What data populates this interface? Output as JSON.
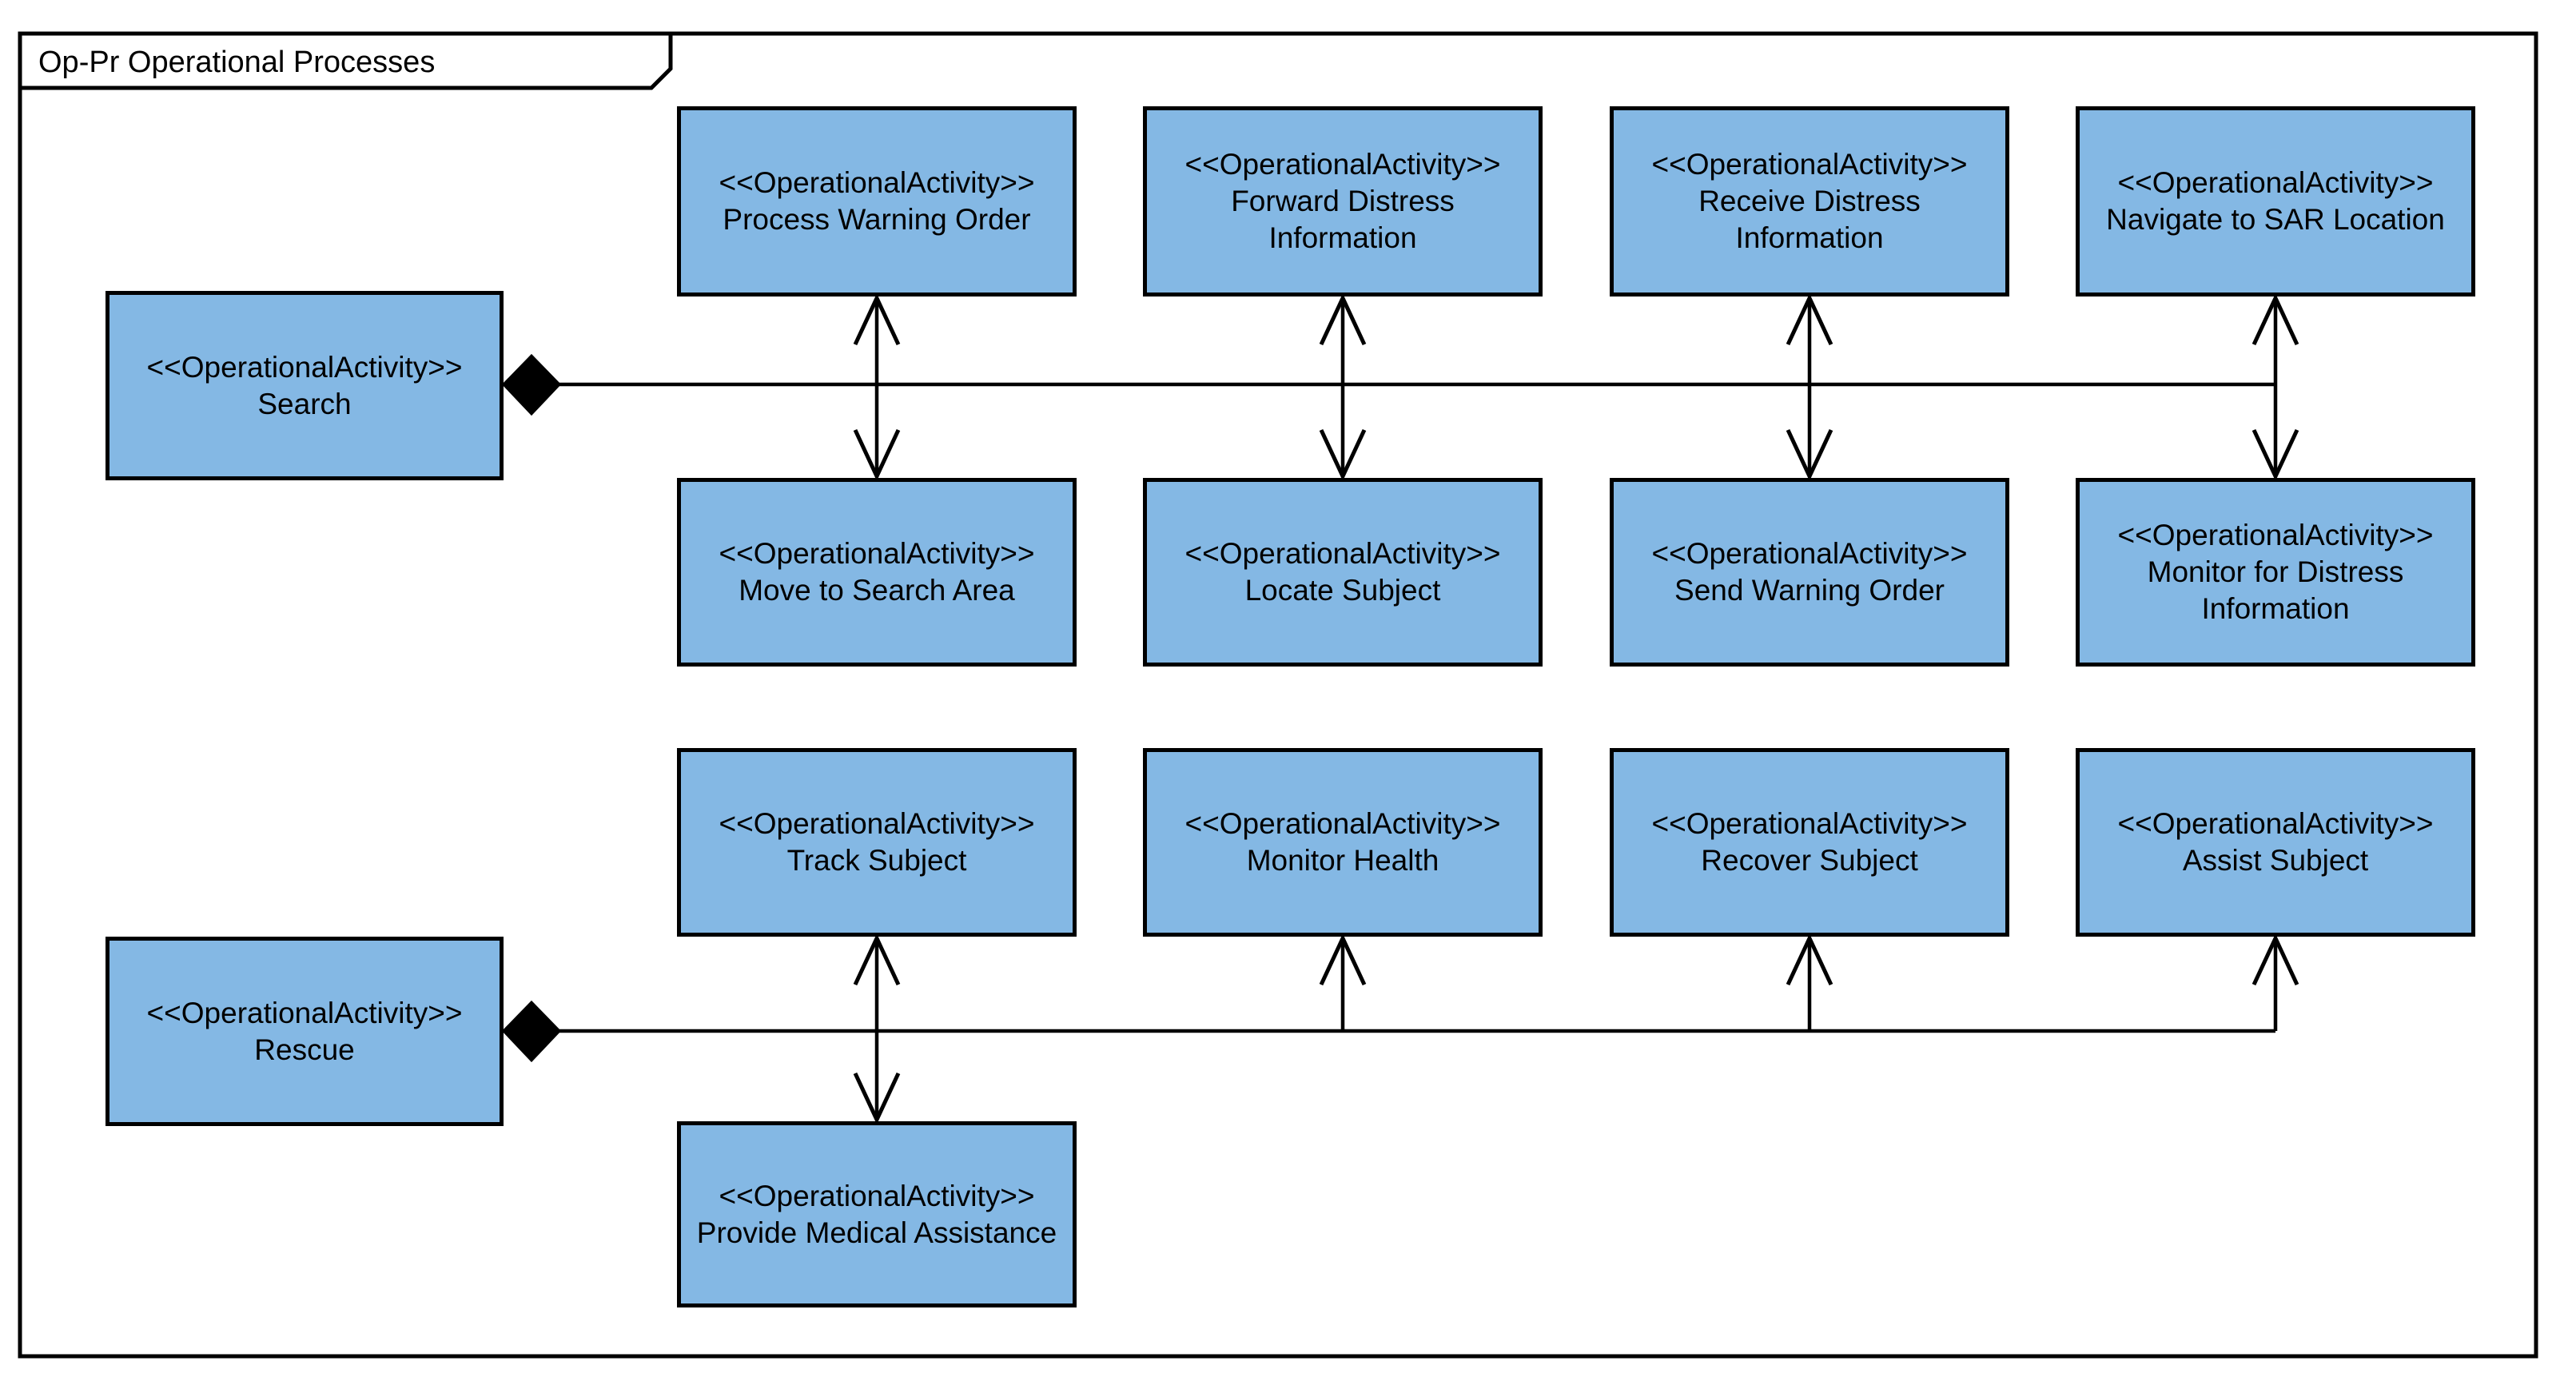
{
  "diagram": {
    "frame_title": "Op-Pr Operational Processes",
    "kind": "UML/UAF operational process diagram",
    "colors": {
      "node_fill": "#84b8e4",
      "node_border": "#000000",
      "line": "#000000",
      "background": "#ffffff"
    }
  },
  "nodes": [
    {
      "id": "search",
      "stereotype": "<<OperationalActivity>>",
      "name": "Search"
    },
    {
      "id": "process-warning-order",
      "stereotype": "<<OperationalActivity>>",
      "name": "Process Warning Order"
    },
    {
      "id": "forward-distress-information",
      "stereotype": "<<OperationalActivity>>",
      "name": "Forward Distress Information"
    },
    {
      "id": "receive-distress-information",
      "stereotype": "<<OperationalActivity>>",
      "name": "Receive Distress Information"
    },
    {
      "id": "navigate-to-sar-location",
      "stereotype": "<<OperationalActivity>>",
      "name": "Navigate to SAR Location"
    },
    {
      "id": "move-to-search-area",
      "stereotype": "<<OperationalActivity>>",
      "name": "Move to Search Area"
    },
    {
      "id": "locate-subject",
      "stereotype": "<<OperationalActivity>>",
      "name": "Locate Subject"
    },
    {
      "id": "send-warning-order",
      "stereotype": "<<OperationalActivity>>",
      "name": "Send Warning Order"
    },
    {
      "id": "monitor-for-distress-information",
      "stereotype": "<<OperationalActivity>>",
      "name": "Monitor for Distress Information"
    },
    {
      "id": "rescue",
      "stereotype": "<<OperationalActivity>>",
      "name": "Rescue"
    },
    {
      "id": "track-subject",
      "stereotype": "<<OperationalActivity>>",
      "name": "Track Subject"
    },
    {
      "id": "monitor-health",
      "stereotype": "<<OperationalActivity>>",
      "name": "Monitor Health"
    },
    {
      "id": "recover-subject",
      "stereotype": "<<OperationalActivity>>",
      "name": "Recover Subject"
    },
    {
      "id": "assist-subject",
      "stereotype": "<<OperationalActivity>>",
      "name": "Assist Subject"
    },
    {
      "id": "provide-medical-assistance",
      "stereotype": "<<OperationalActivity>>",
      "name": "Provide Medical Assistance"
    }
  ],
  "edges": [
    {
      "from": "search",
      "to": "process-warning-order",
      "type": "composition",
      "arrow": "open"
    },
    {
      "from": "search",
      "to": "forward-distress-information",
      "type": "composition",
      "arrow": "open"
    },
    {
      "from": "search",
      "to": "receive-distress-information",
      "type": "composition",
      "arrow": "open"
    },
    {
      "from": "search",
      "to": "navigate-to-sar-location",
      "type": "composition",
      "arrow": "open"
    },
    {
      "from": "search",
      "to": "move-to-search-area",
      "type": "composition",
      "arrow": "open"
    },
    {
      "from": "search",
      "to": "locate-subject",
      "type": "composition",
      "arrow": "open"
    },
    {
      "from": "search",
      "to": "send-warning-order",
      "type": "composition",
      "arrow": "open"
    },
    {
      "from": "search",
      "to": "monitor-for-distress-information",
      "type": "composition",
      "arrow": "open"
    },
    {
      "from": "rescue",
      "to": "track-subject",
      "type": "composition",
      "arrow": "open"
    },
    {
      "from": "rescue",
      "to": "monitor-health",
      "type": "composition",
      "arrow": "open"
    },
    {
      "from": "rescue",
      "to": "recover-subject",
      "type": "composition",
      "arrow": "open"
    },
    {
      "from": "rescue",
      "to": "assist-subject",
      "type": "composition",
      "arrow": "open"
    },
    {
      "from": "rescue",
      "to": "provide-medical-assistance",
      "type": "composition",
      "arrow": "open"
    }
  ]
}
